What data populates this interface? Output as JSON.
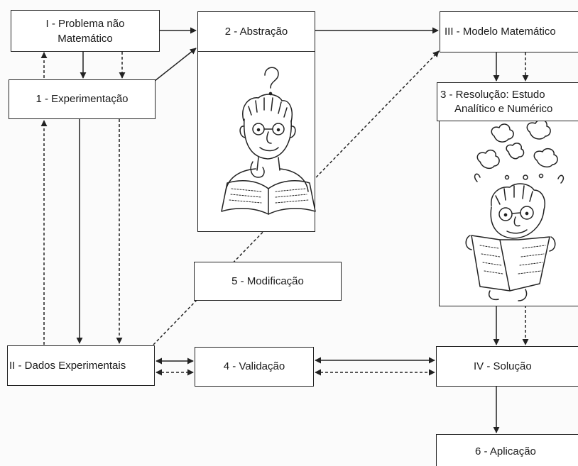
{
  "nodes": {
    "problema": {
      "line1": "I - Problema não",
      "line2": "Matemático"
    },
    "experimentacao": {
      "label": "1 - Experimentação"
    },
    "abstracao": {
      "label": "2 - Abstração"
    },
    "modelo": {
      "label": "III - Modelo Matemático"
    },
    "resolucao": {
      "line1": "3 - Resolução: Estudo",
      "line2": "Analítico e Numérico"
    },
    "modificacao": {
      "label": "5 - Modificação"
    },
    "dados": {
      "label": "II - Dados Experimentais"
    },
    "validacao": {
      "label": "4 - Validação"
    },
    "solucao": {
      "label": "IV - Solução"
    },
    "aplicacao": {
      "label": "6 - Aplicação"
    }
  },
  "illustrations": {
    "abstraction_figure": "question-mark-reader-icon",
    "resolution_figure": "thinking-reader-icon"
  },
  "colors": {
    "line": "#222222",
    "background": "#fbfbfb"
  }
}
